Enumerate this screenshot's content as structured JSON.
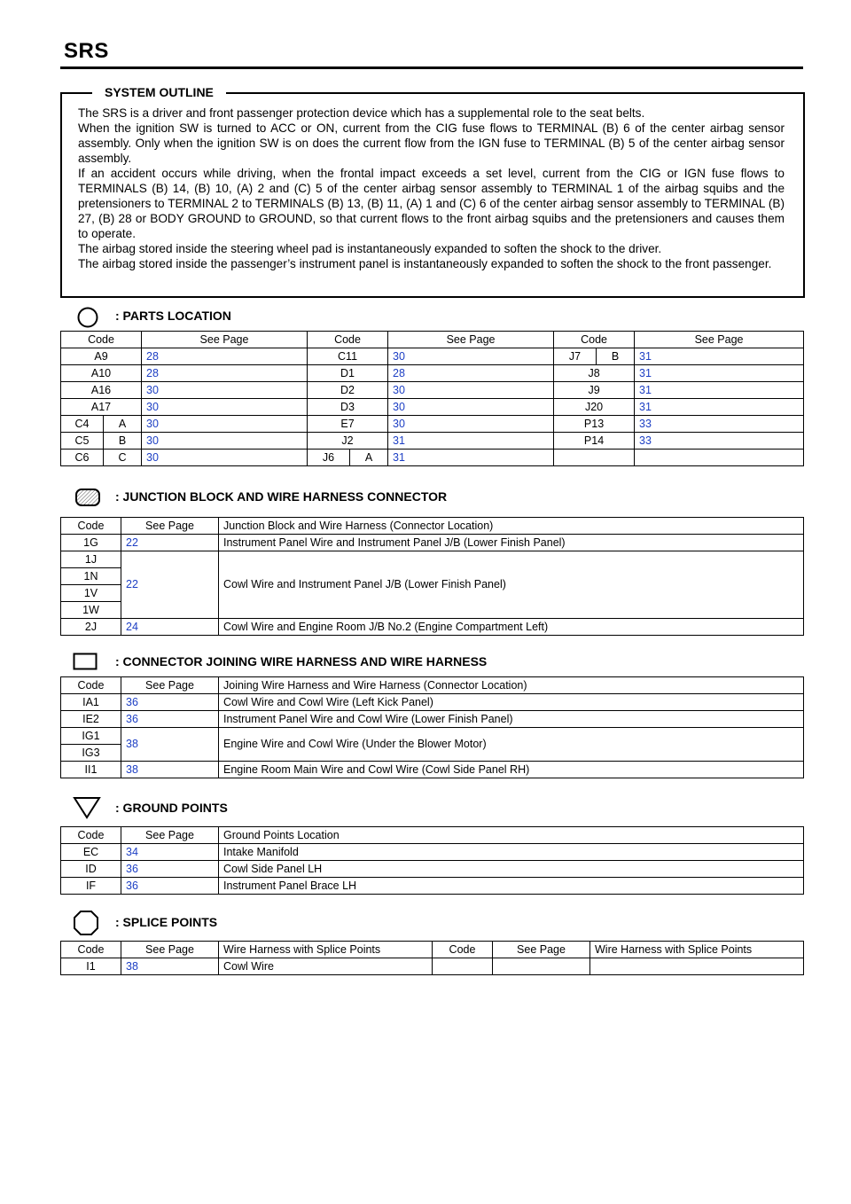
{
  "page_title": "SRS",
  "outline": {
    "legend": "SYSTEM OUTLINE",
    "paragraphs": [
      "The SRS is a driver and front passenger protection device which has a supplemental role to the seat belts.",
      "When the ignition SW is turned to ACC or ON, current from the CIG fuse flows to TERMINAL (B) 6 of the center airbag sensor assembly. Only when the ignition SW is on does the current flow from the IGN fuse to TERMINAL (B) 5 of the center airbag sensor assembly.",
      "If an accident occurs while driving, when the frontal impact exceeds a set level, current from the CIG or IGN fuse flows to TERMINALS (B) 14, (B) 10, (A) 2 and (C) 5 of the center airbag sensor assembly to TERMINAL 1 of the airbag squibs and the pretensioners to TERMINAL 2 to TERMINALS (B) 13, (B) 11, (A) 1 and (C) 6 of the center airbag sensor assembly to TERMINAL (B) 27, (B) 28 or BODY GROUND to GROUND, so that current flows to the front airbag squibs and the pretensioners and causes them to operate.",
      "The airbag stored inside the steering wheel pad is instantaneously expanded to soften the shock to the driver.",
      "The airbag stored inside the passenger’s instrument panel is instantaneously expanded to soften the shock to the front passenger."
    ]
  },
  "parts_location": {
    "heading": ": PARTS LOCATION",
    "headers": [
      "Code",
      "See Page",
      "Code",
      "See Page",
      "Code",
      "See Page"
    ],
    "rows": [
      [
        [
          "A9",
          ""
        ],
        "28",
        [
          "C11",
          ""
        ],
        "30",
        [
          "J7",
          "B"
        ],
        "31"
      ],
      [
        [
          "A10",
          ""
        ],
        "28",
        [
          "D1",
          ""
        ],
        "28",
        [
          "J8",
          ""
        ],
        "31"
      ],
      [
        [
          "A16",
          ""
        ],
        "30",
        [
          "D2",
          ""
        ],
        "30",
        [
          "J9",
          ""
        ],
        "31"
      ],
      [
        [
          "A17",
          ""
        ],
        "30",
        [
          "D3",
          ""
        ],
        "30",
        [
          "J20",
          ""
        ],
        "31"
      ],
      [
        [
          "C4",
          "A"
        ],
        "30",
        [
          "E7",
          ""
        ],
        "30",
        [
          "P13",
          ""
        ],
        "33"
      ],
      [
        [
          "C5",
          "B"
        ],
        "30",
        [
          "J2",
          ""
        ],
        "31",
        [
          "P14",
          ""
        ],
        "33"
      ],
      [
        [
          "C6",
          "C"
        ],
        "30",
        [
          "J6",
          "A"
        ],
        "31",
        [
          "",
          ""
        ],
        ""
      ]
    ]
  },
  "junction_block": {
    "heading": ": JUNCTION BLOCK AND WIRE HARNESS CONNECTOR",
    "headers": [
      "Code",
      "See Page",
      "Junction Block and Wire Harness (Connector Location)"
    ],
    "rows": [
      {
        "code": "1G",
        "page": "22",
        "desc": "Instrument Panel Wire and Instrument Panel J/B (Lower Finish Panel)"
      },
      {
        "code": "1J",
        "page": "22",
        "desc": "Cowl Wire and Instrument Panel J/B (Lower Finish Panel)"
      },
      {
        "code": "1N"
      },
      {
        "code": "1V"
      },
      {
        "code": "1W"
      },
      {
        "code": "2J",
        "page": "24",
        "desc": "Cowl Wire and Engine Room J/B No.2 (Engine Compartment Left)"
      }
    ]
  },
  "connector_joining": {
    "heading": ": CONNECTOR JOINING WIRE HARNESS AND WIRE HARNESS",
    "headers": [
      "Code",
      "See Page",
      "Joining Wire Harness and Wire Harness (Connector Location)"
    ],
    "rows": [
      {
        "code": "IA1",
        "page": "36",
        "desc": "Cowl Wire and Cowl Wire (Left Kick Panel)"
      },
      {
        "code": "IE2",
        "page": "36",
        "desc": "Instrument Panel Wire and Cowl Wire (Lower Finish Panel)"
      },
      {
        "code": "IG1",
        "page": "38",
        "desc": "Engine Wire and Cowl Wire (Under the Blower Motor)"
      },
      {
        "code": "IG3"
      },
      {
        "code": "II1",
        "page": "38",
        "desc": "Engine Room Main Wire and Cowl Wire (Cowl Side Panel RH)"
      }
    ]
  },
  "ground_points": {
    "heading": ": GROUND POINTS",
    "headers": [
      "Code",
      "See Page",
      "Ground Points Location"
    ],
    "rows": [
      {
        "code": "EC",
        "page": "34",
        "desc": "Intake Manifold"
      },
      {
        "code": "ID",
        "page": "36",
        "desc": "Cowl Side Panel LH"
      },
      {
        "code": "IF",
        "page": "36",
        "desc": "Instrument Panel Brace LH"
      }
    ]
  },
  "splice_points": {
    "heading": ": SPLICE POINTS",
    "headers": [
      "Code",
      "See Page",
      "Wire Harness with Splice Points",
      "Code",
      "See Page",
      "Wire Harness with Splice Points"
    ],
    "rows": [
      {
        "code": "I1",
        "page": "38",
        "desc": "Cowl Wire",
        "code2": "",
        "page2": "",
        "desc2": ""
      }
    ]
  },
  "icons": {
    "parts_location": "circle-icon",
    "junction_block": "rounded-rect-icon",
    "connector_joining": "rectangle-icon",
    "ground_points": "triangle-icon",
    "splice_points": "octagon-icon"
  },
  "colors": {
    "page_link": "#1d3fc4"
  }
}
